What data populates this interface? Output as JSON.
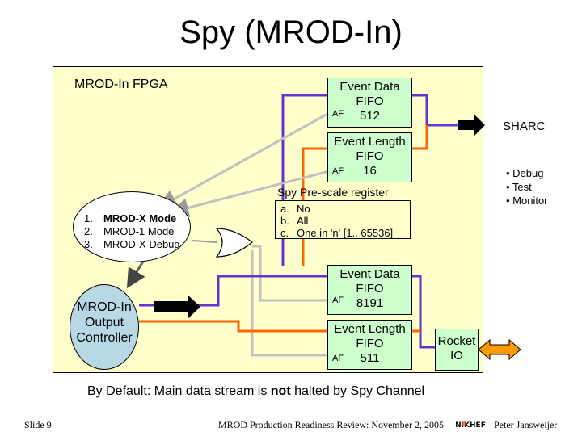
{
  "slide": {
    "title": "Spy (MROD-In)",
    "fpga_label": "MROD-In FPGA",
    "sharc_label": "SHARC",
    "debug_items": [
      "• Debug",
      "• Test",
      "• Monitor"
    ],
    "event_data_fifo_top": {
      "line1": "Event Data",
      "line2": "FIFO",
      "size": "512",
      "af": "AF"
    },
    "event_length_fifo_top": {
      "line1": "Event Length",
      "line2": "FIFO",
      "size": "16",
      "af": "AF"
    },
    "prescale": {
      "title": "Spy Pre-scale register",
      "items": [
        {
          "marker": "a.",
          "text": "No"
        },
        {
          "marker": "b.",
          "text": "All"
        },
        {
          "marker": "c.",
          "text": "One in 'n' [1.. 65536]"
        }
      ]
    },
    "modes": [
      {
        "num": "1.",
        "text": "MROD-X Mode"
      },
      {
        "num": "2.",
        "text": "MROD-1 Mode"
      },
      {
        "num": "3.",
        "text": "MROD-X Debug"
      }
    ],
    "controller": {
      "line1": "MROD-In",
      "line2": "Output",
      "line3": "Controller"
    },
    "event_data_fifo_bottom": {
      "line1": "Event Data",
      "line2": "FIFO",
      "size": "8191",
      "af": "AF"
    },
    "event_length_fifo_bottom": {
      "line1": "Event Length",
      "line2": "FIFO",
      "size": "511",
      "af": "AF"
    },
    "rocket": {
      "line1": "Rocket",
      "line2": "IO"
    },
    "default_note": {
      "before": "By Default: Main data stream is ",
      "emph": "not",
      "after": " halted by Spy Channel"
    },
    "footer": {
      "slide_number": "Slide 9",
      "review": "MROD Production Readiness Review: November 2, 2005",
      "author": "Peter Jansweijer",
      "logo_text": "NIKHEF"
    },
    "colors": {
      "purple": "#6633cc",
      "orange": "#ff6600",
      "gray": "#c0c0c0",
      "darkgray": "#666666",
      "fpga_fill": "#ffffcc",
      "fifo_fill": "#ccffcc",
      "controller_fill": "#b8d8e6"
    }
  }
}
